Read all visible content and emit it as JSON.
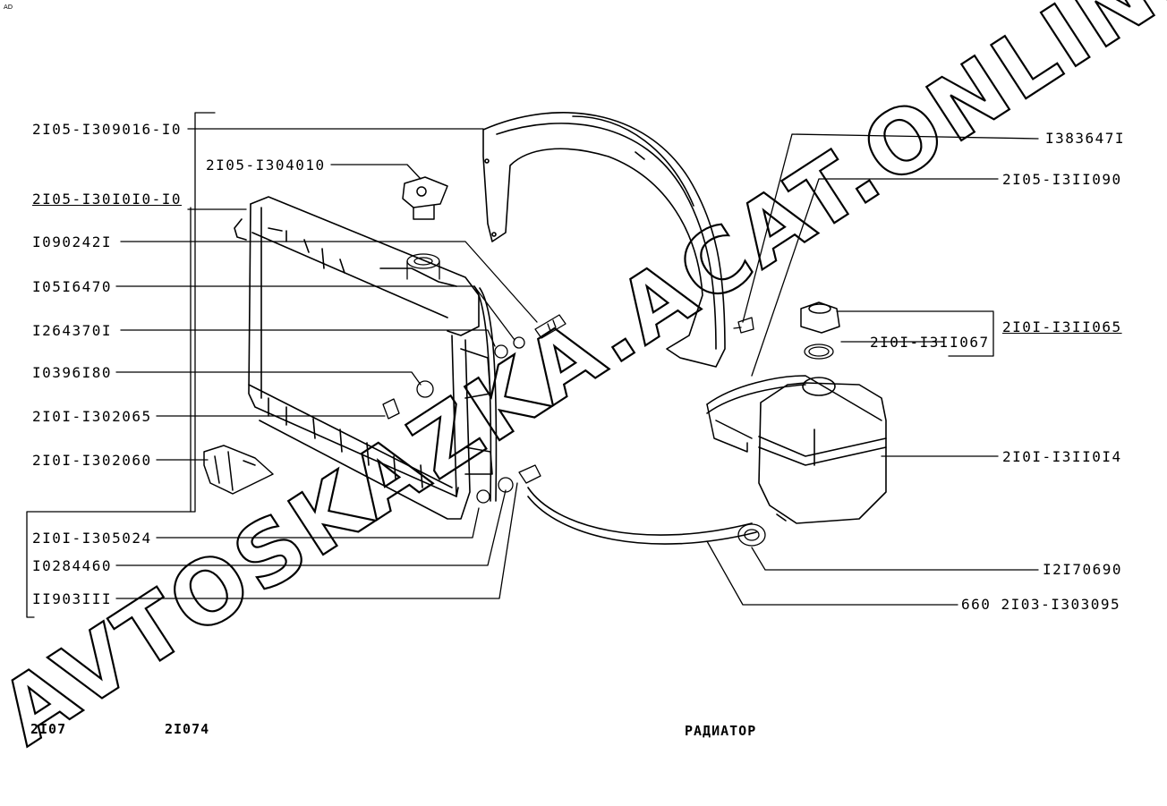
{
  "corner_mark": "AD",
  "labels_left": [
    "2I05-I309016-I0",
    "2I05-I304010",
    "2I05-I30I0I0-I0",
    "I090242I",
    "I05I6470",
    "I264370I",
    "I0396I80",
    "2I0I-I302065",
    "2I0I-I302060",
    "2I0I-I305024",
    "I0284460",
    "II903III"
  ],
  "labels_right": [
    "I383647I",
    "2I05-I3II090",
    "2I0I-I3II065",
    "2I0I-I3II067",
    "2I0I-I3II0I4",
    "I2I70690",
    "660  2I03-I303095"
  ],
  "footer": {
    "model_1": "2I07",
    "model_2": "2I074",
    "title": "РАДИАТОР"
  },
  "watermark": "AVTOSKAZKA.ACAT.ONLINE"
}
